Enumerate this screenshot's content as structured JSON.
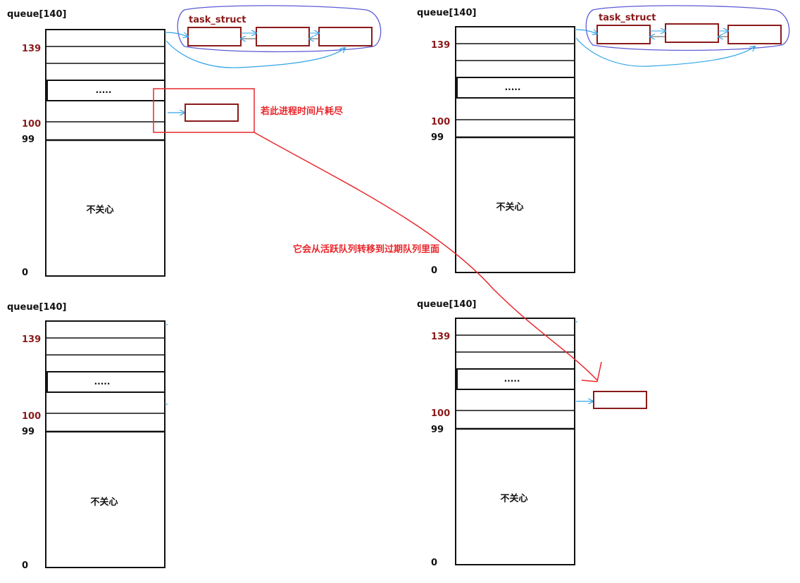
{
  "queue_title": "queue[140]",
  "index_labels": {
    "top": "139",
    "mid": "100",
    "lower": "99",
    "bottom": "0"
  },
  "ellipsis": ".....",
  "dont_care": "不关心",
  "task_struct_label": "task_struct",
  "annotation_expired": "若此进程时间片耗尽",
  "annotation_move": "它会从活跃队列转移到过期队列里面",
  "colors": {
    "frame": "#111111",
    "task_box": "#8b1a1a",
    "index_red": "#8b1a1a",
    "annotation": "#e8262b",
    "pointer": "#2fa4e7",
    "loop": "#5b5bd6"
  }
}
